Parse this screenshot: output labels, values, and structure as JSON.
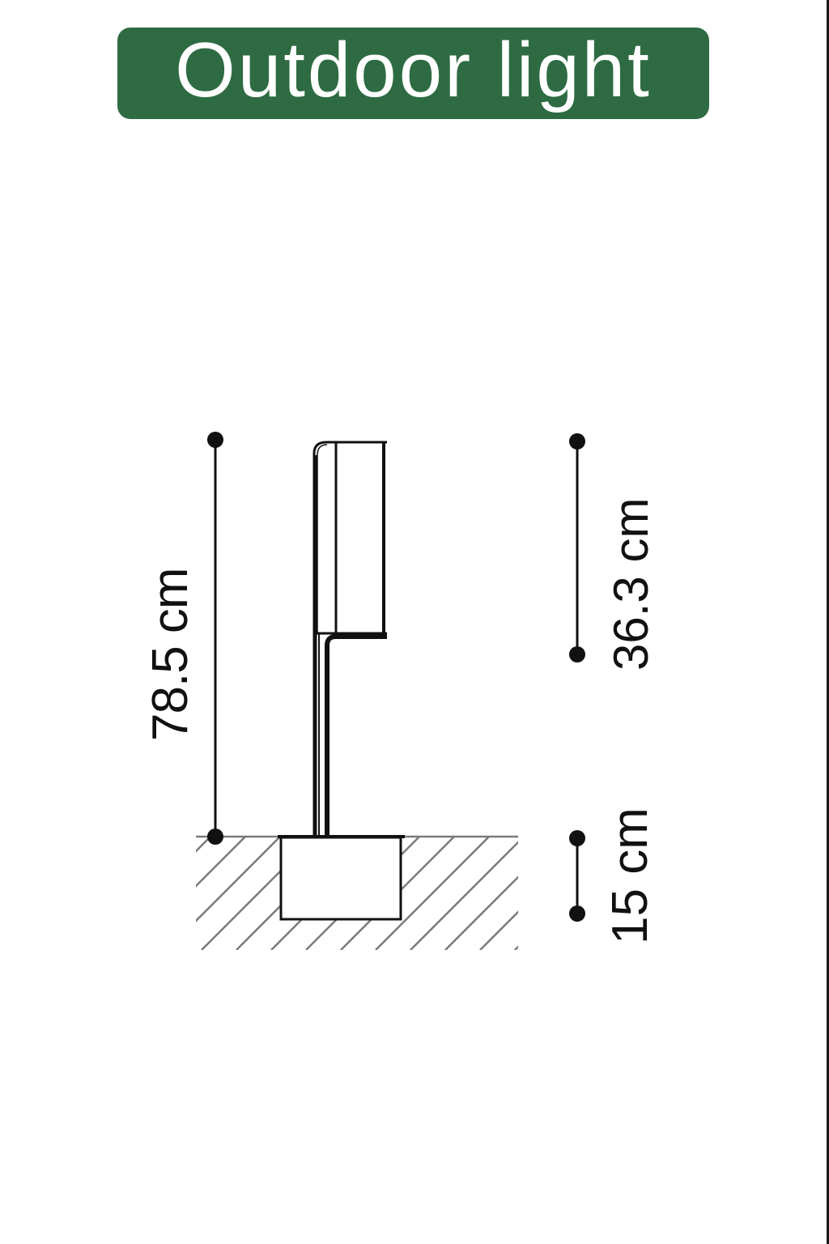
{
  "title": "Outdoor light",
  "colors": {
    "banner": "#2e6b43",
    "banner_text": "#ffffff",
    "lines": "#111111",
    "hatch": "#7a7a7a"
  },
  "dimensions": {
    "total_height": {
      "label": "78.5 cm",
      "value": 78.5,
      "unit": "cm"
    },
    "head_height": {
      "label": "36.3 cm",
      "value": 36.3,
      "unit": "cm"
    },
    "buried_depth": {
      "label": "15 cm",
      "value": 15,
      "unit": "cm"
    }
  }
}
